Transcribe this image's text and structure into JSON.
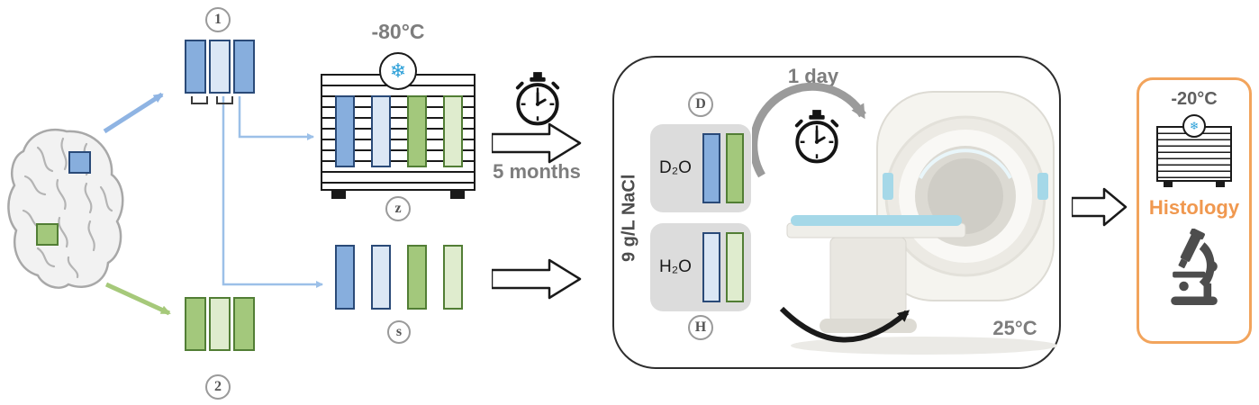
{
  "colors": {
    "blue": "#87aedd",
    "light_blue": "#dbe7f5",
    "green": "#a3c87c",
    "light_green": "#dfecce",
    "blue_border": "#2a4a78",
    "light_blue_border": "#2a4a78",
    "green_border": "#527e35",
    "light_green_border": "#527e35",
    "connector_blue": "#9cc0e8",
    "arrow_blue": "#8fb4e3",
    "arrow_green": "#a6c97a",
    "snowflake": "#2b9fd8",
    "orange": "#f0984f",
    "orange_border": "#f2a45c",
    "gray_text": "#7d7d7d",
    "dark_text": "#4d4d4d",
    "mri_cyan": "#a5d8e8"
  },
  "icons": {
    "snowflake": "❄"
  },
  "brain": {
    "region_markers": [
      "blue",
      "green"
    ]
  },
  "samples": {
    "block1": {
      "badge": "1",
      "bars": [
        "blue",
        "light_blue",
        "blue"
      ]
    },
    "block2": {
      "badge": "2",
      "bars": [
        "green",
        "light_green",
        "green"
      ]
    }
  },
  "frozen_storage": {
    "temperature": "-80°C",
    "badge": "z",
    "bars": [
      "blue",
      "light_blue",
      "green",
      "light_green"
    ]
  },
  "fresh_samples": {
    "badge": "s",
    "bars": [
      "blue",
      "light_blue",
      "green",
      "light_green"
    ]
  },
  "storage_step": {
    "duration": "5 months"
  },
  "scan_chamber": {
    "saline": "9 g/L NaCl",
    "d_badge": "D",
    "h_badge": "H",
    "d2o": {
      "label": "D₂O",
      "bars": [
        "blue",
        "green"
      ]
    },
    "h2o": {
      "label": "H₂O",
      "bars": [
        "light_blue",
        "light_green"
      ]
    },
    "duration": "1 day",
    "temperature": "25°C"
  },
  "histology": {
    "temperature": "-20°C",
    "title": "Histology"
  }
}
